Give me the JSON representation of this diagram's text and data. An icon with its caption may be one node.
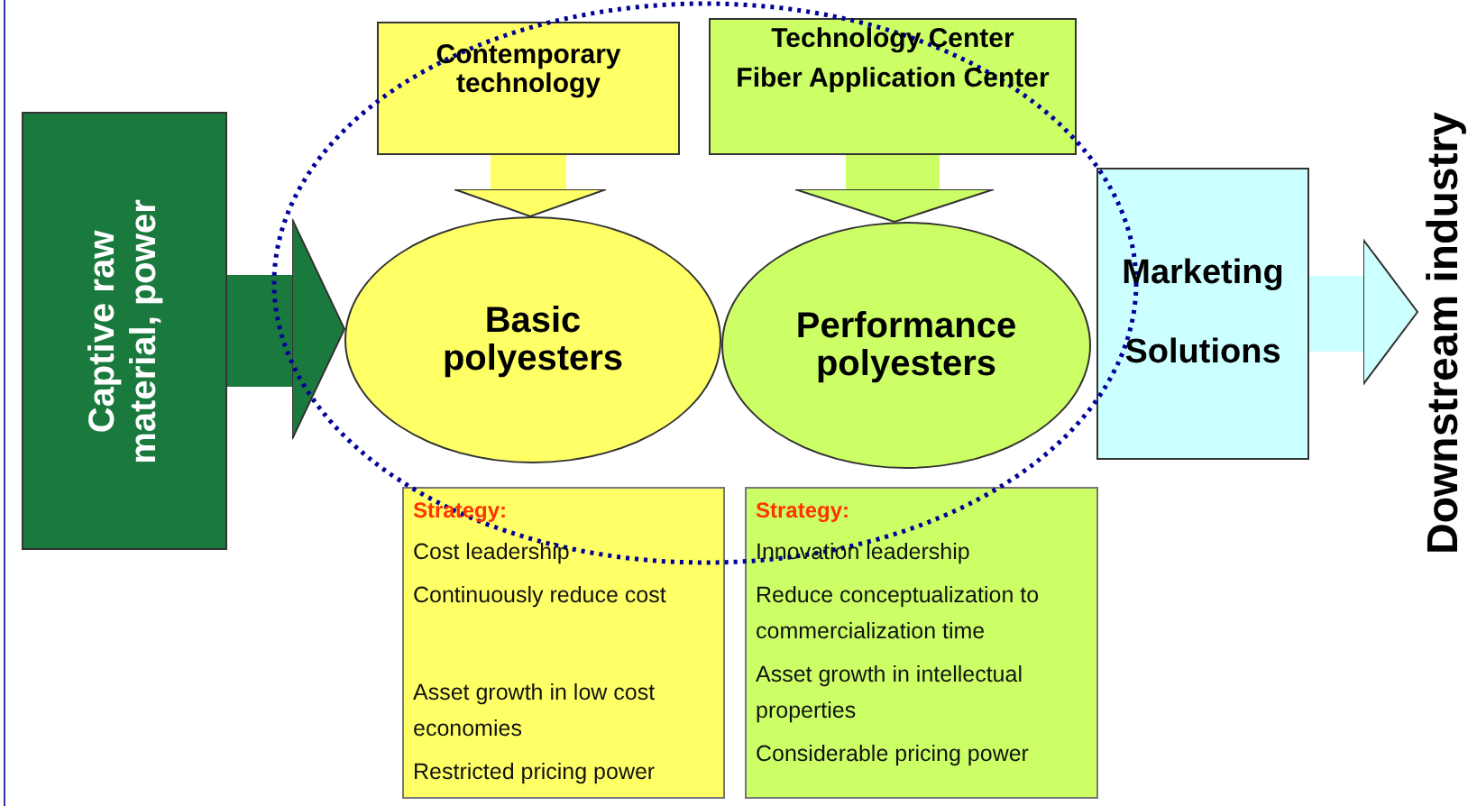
{
  "diagram": {
    "nodes": [
      {
        "text": [
          "Captive raw material, power"
        ]
      },
      {
        "text": [
          "Contemporary technology"
        ]
      },
      {
        "text": [
          "Technology Center",
          "Fiber Application Center"
        ]
      },
      {
        "text": [
          "Basic polyesters"
        ]
      },
      {
        "text": [
          "Performance polyesters"
        ]
      },
      {
        "text": [
          "Marketing",
          "Solutions"
        ]
      },
      {
        "text": [
          "Downstream industry"
        ]
      },
      {
        "text": [
          "Strategy:",
          "Cost leadership",
          "Continuously reduce cost",
          "Asset growth in low cost economies",
          "Restricted pricing power"
        ]
      },
      {
        "text": [
          "Strategy:",
          "Innovation leadership",
          "Reduce conceptualization to commercialization time",
          "Asset growth in intellectual properties",
          "Considerable pricing power"
        ]
      }
    ],
    "edges": [
      {
        "from": 0,
        "to": 3,
        "arrow": "to",
        "color": "#1a7a3e"
      },
      {
        "from": 1,
        "to": 3,
        "arrow": "to",
        "color": "#ffff66"
      },
      {
        "from": 2,
        "to": 4,
        "arrow": "to",
        "color": "#ccff66"
      },
      {
        "from": 5,
        "to": 6,
        "arrow": "to",
        "color": "#ccffff"
      }
    ]
  }
}
